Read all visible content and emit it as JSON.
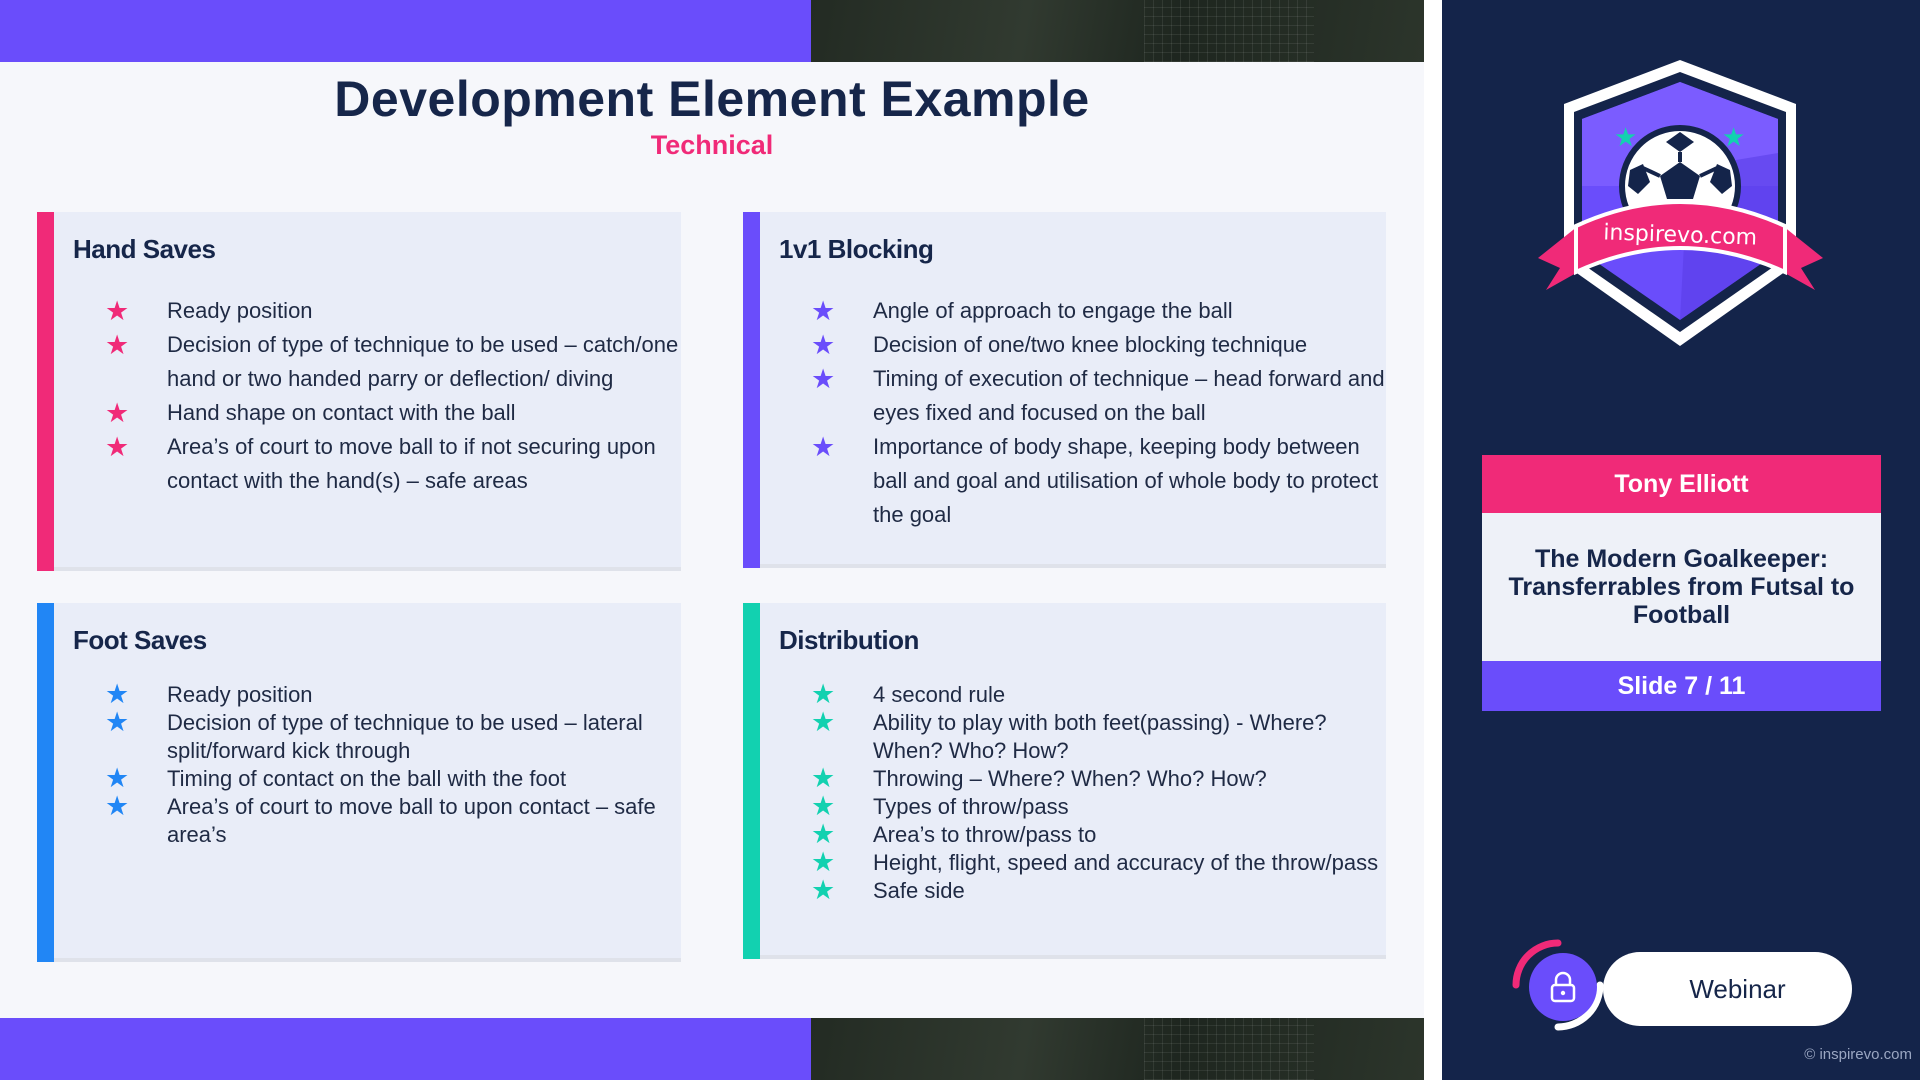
{
  "slide": {
    "title": "Development Element Example",
    "subtitle": "Technical",
    "cards": [
      {
        "heading": "Hand Saves",
        "items": [
          "Ready position",
          "Decision of type of technique to be used – catch/one hand or two handed parry or deflection/ diving",
          "Hand shape on contact with the ball",
          "Area’s of court to move ball to if not securing upon contact with the hand(s) – safe areas"
        ]
      },
      {
        "heading": "1v1 Blocking",
        "items": [
          "Angle of approach to engage the ball",
          "Decision of one/two knee blocking technique",
          "Timing of execution of technique – head forward and eyes fixed and focused on the ball",
          "Importance of body shape, keeping body between ball and goal and utilisation of whole body to protect the goal"
        ]
      },
      {
        "heading": "Foot Saves",
        "items": [
          "Ready position",
          "Decision of type of technique to be used – lateral split/forward kick through",
          "Timing of contact on the ball with the foot",
          "Area’s of court to move ball to upon contact – safe area’s"
        ]
      },
      {
        "heading": "Distribution",
        "items": [
          "4 second rule",
          " Ability to play with both feet(passing) - Where? When? Who?  How?",
          " Throwing – Where? When? Who? How?",
          " Types of throw/pass",
          " Area’s to throw/pass to",
          " Height, flight, speed and accuracy of the throw/pass",
          " Safe side"
        ]
      }
    ],
    "star_glyph": "★",
    "accent_colors": [
      "#f02a78",
      "#6a4dfb",
      "#2186f5",
      "#12d1b0"
    ]
  },
  "sidebar": {
    "logo_text": "inspirevo.com",
    "presenter": "Tony Elliott",
    "course_title": "The Modern Goalkeeper: Transferrables from Futsal to Football",
    "slide_indicator": "Slide 7 / 11",
    "webinar_label": "Webinar",
    "lock_icon": "lock-icon",
    "copyright": "© inspirevo.com"
  },
  "colors": {
    "navy": "#14244a",
    "pink": "#f02a78",
    "purple": "#6a4dfb",
    "blue": "#2186f5",
    "teal": "#12d1b0"
  }
}
